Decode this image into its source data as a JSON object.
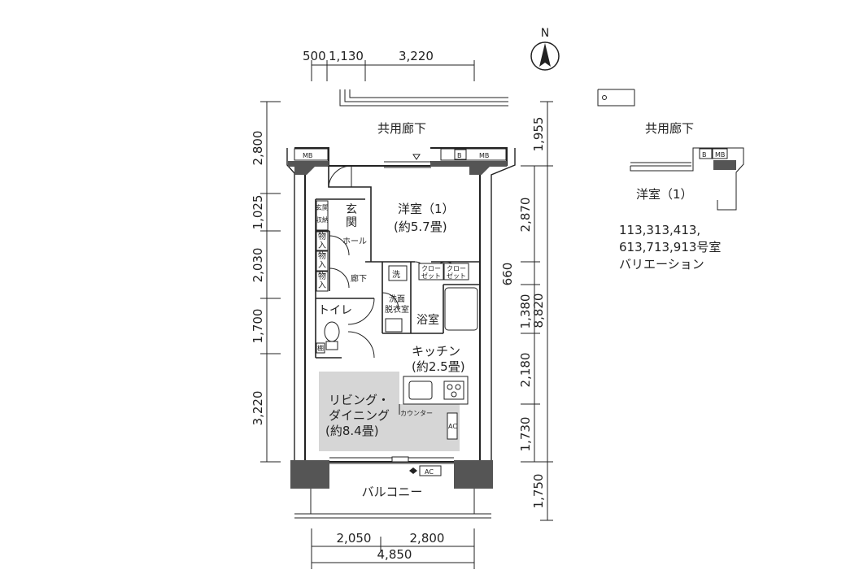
{
  "compass": {
    "letter": "N"
  },
  "dimensions": {
    "top": [
      "500",
      "1,130",
      "3,220"
    ],
    "left": [
      "2,800",
      "1,025",
      "2,030",
      "1,700",
      "3,220"
    ],
    "right_inner": [
      "2,870",
      "660",
      "1,380",
      "2,180",
      "1,730"
    ],
    "right_outer": [
      "1,955",
      "8,820",
      "1,750"
    ],
    "bottom": [
      "2,050",
      "2,800",
      "4,850"
    ]
  },
  "rooms": {
    "corridor": "共用廊下",
    "western_room_name": "洋室（1）",
    "western_room_size": "(約5.7畳)",
    "entrance": [
      "玄",
      "関"
    ],
    "entrance_storage": [
      "玄関",
      "収納"
    ],
    "hall": "ホール",
    "hallway": "廊下",
    "storage_mark": [
      "物",
      "入"
    ],
    "wash": "洗",
    "closet": [
      "クロー",
      "ゼット"
    ],
    "washroom": [
      "洗面",
      "脱衣室"
    ],
    "bath": "浴室",
    "toilet": "トイレ",
    "kitchen_name": "キッチン",
    "kitchen_size": "(約2.5畳)",
    "living_line1": "リビング・",
    "living_line2": "ダイニング",
    "living_size": "(約8.4畳)",
    "counter": "カウンター",
    "balcony": "バルコニー",
    "mb": "MB",
    "b": "B",
    "ac": "AC",
    "shelf": "棚"
  },
  "variation": {
    "corridor": "共用廊下",
    "room": "洋室（1）",
    "numbers_line1": "113,313,413,",
    "numbers_line2": "613,713,913号室",
    "caption": "バリエーション"
  }
}
